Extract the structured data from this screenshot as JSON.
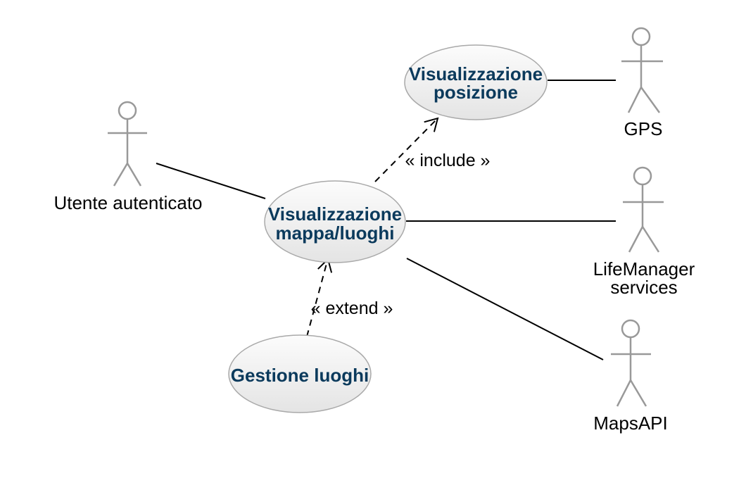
{
  "use_cases": [
    {
      "lines": [
        "Visualizzazione",
        "posizione"
      ]
    },
    {
      "lines": [
        "Visualizzazione",
        "mappa/luoghi"
      ]
    },
    {
      "lines": [
        "Gestione luoghi"
      ]
    }
  ],
  "actors": [
    {
      "label_lines": [
        "Utente autenticato"
      ]
    },
    {
      "label_lines": [
        "GPS"
      ]
    },
    {
      "label_lines": [
        "LifeManager",
        "services"
      ]
    },
    {
      "label_lines": [
        "MapsAPI"
      ]
    }
  ],
  "relations": {
    "include_label": "« include »",
    "extend_label": "« extend »"
  },
  "colors": {
    "usecase_text": "#0b3a5c",
    "actor_stroke": "#999999",
    "line": "#000000",
    "usecase_border": "#a9a9a9",
    "usecase_fill_top": "#fcfcfc",
    "usecase_fill_bottom": "#e4e4e4"
  }
}
